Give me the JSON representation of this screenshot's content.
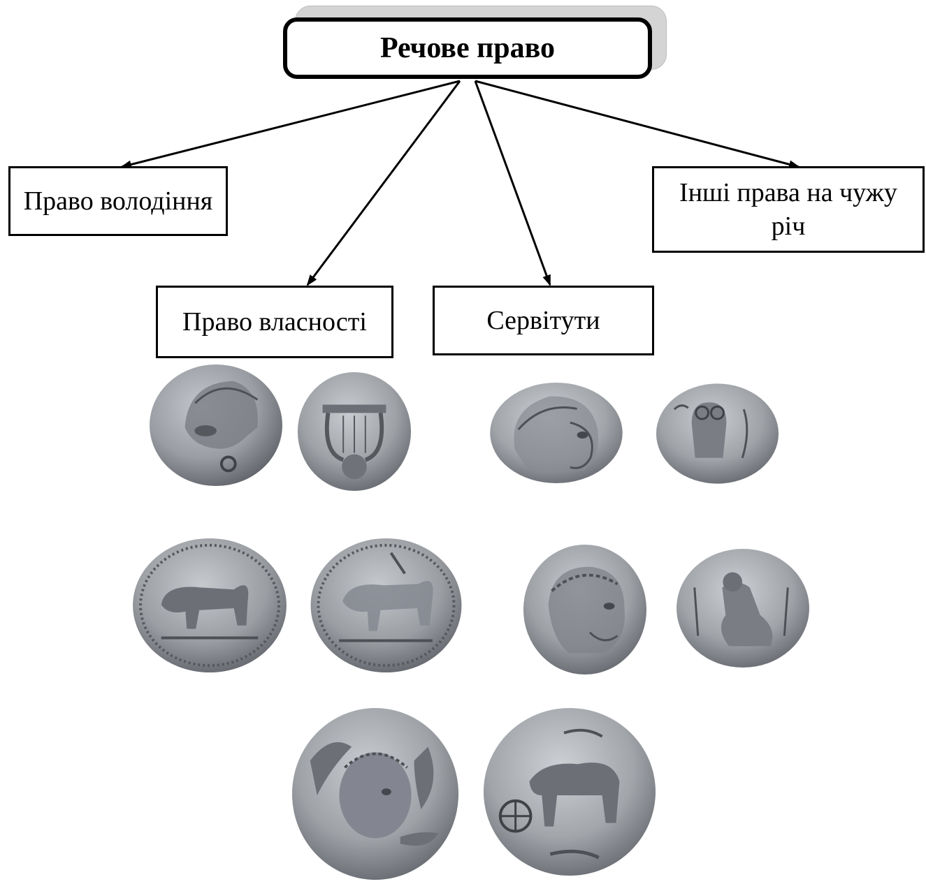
{
  "diagram": {
    "root": {
      "label": "Речове право"
    },
    "nodes": [
      {
        "id": "possession",
        "label": "Право володіння"
      },
      {
        "id": "ownership",
        "label": "Право власності"
      },
      {
        "id": "servitudes",
        "label": "Сервітути"
      },
      {
        "id": "other",
        "label": "Інші права на чужу річ"
      }
    ],
    "edges": [
      {
        "from": "root",
        "to": "possession"
      },
      {
        "from": "root",
        "to": "ownership"
      },
      {
        "from": "root",
        "to": "servitudes"
      },
      {
        "from": "root",
        "to": "other"
      }
    ]
  },
  "coins": [
    {
      "id": "coin-helmet-warrior",
      "subject": "helmeted warrior head"
    },
    {
      "id": "coin-lyre",
      "subject": "lyre"
    },
    {
      "id": "coin-athena",
      "subject": "Athena head"
    },
    {
      "id": "coin-owl",
      "subject": "owl"
    },
    {
      "id": "coin-bull",
      "subject": "bull"
    },
    {
      "id": "coin-bull-incuse",
      "subject": "incuse bull"
    },
    {
      "id": "coin-laureate-head",
      "subject": "laureate bearded head"
    },
    {
      "id": "coin-crouching-figure",
      "subject": "crouching figure"
    },
    {
      "id": "coin-arethusa-dolphins",
      "subject": "head with dolphins"
    },
    {
      "id": "coin-quadriga",
      "subject": "chariot with horses"
    }
  ],
  "colors": {
    "line": "#000000",
    "box_bg": "#ffffff",
    "shadow": "#d4d4d4",
    "coin_base": "#8f9297"
  }
}
